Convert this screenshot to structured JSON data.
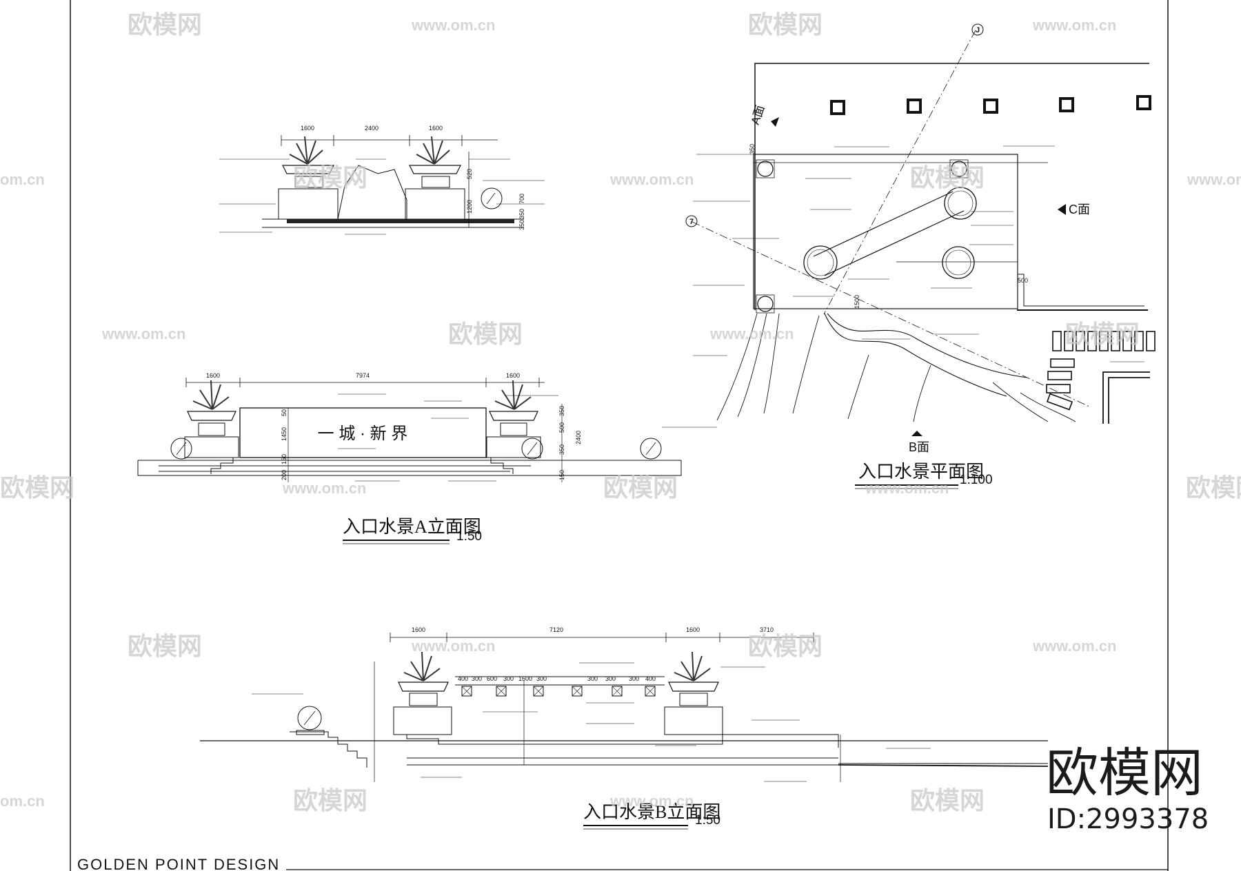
{
  "sheet": {
    "footer_brand": "GOLDEN  POINT  DESIGN"
  },
  "watermark": {
    "logo_text": "欧模网",
    "url": "www.om.cn",
    "edge_url": "om.cn",
    "badge_text": "欧模网",
    "id_label": "ID:2993378"
  },
  "views": {
    "elev_a": {
      "title": "入口水景A立面图",
      "scale": "1:50",
      "sign_text": "一 城 · 新 界",
      "dims_top": [
        "1600",
        "7974",
        "1600"
      ],
      "dims_side": [
        "50",
        "1450",
        "150",
        "350",
        "500",
        "2400",
        "200",
        "350",
        "150"
      ]
    },
    "elev_b": {
      "title": "入口水景B立面图",
      "scale": "1:50",
      "dims_top": [
        "1600",
        "7120",
        "1600",
        "3710"
      ],
      "dims_inner": [
        "400",
        "300",
        "600",
        "300",
        "1600",
        "300",
        "300",
        "300",
        "300",
        "400"
      ]
    },
    "section_c": {
      "dims_top": [
        "1600",
        "2400",
        "1600"
      ],
      "dims_side": [
        "520",
        "700",
        "1200",
        "350",
        "350"
      ]
    },
    "plan": {
      "title": "入口水景平面图",
      "scale": "1:100",
      "marker_a": "A面",
      "marker_b": "B面",
      "marker_c": "C面",
      "axis_j": "J",
      "axis_7": "7",
      "dim_350": "350",
      "dim_1500": "1500",
      "dim_500": "500"
    }
  }
}
